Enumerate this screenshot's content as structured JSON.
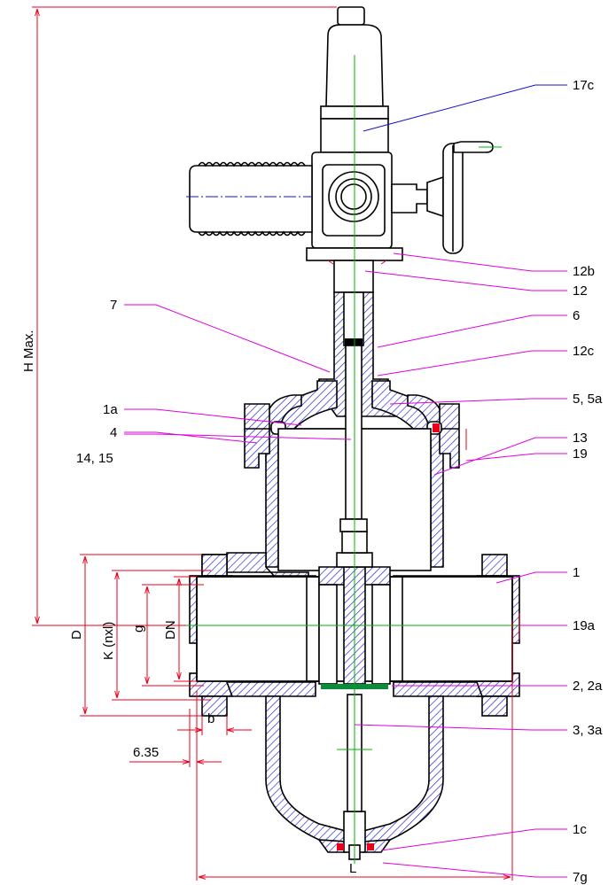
{
  "colors": {
    "outline": "#000000",
    "hatch": "#2020c8",
    "dimension": "#e8001c",
    "centerline": "#00b000",
    "leader": "#e000e0",
    "leader_top": "#1010d0"
  },
  "callouts": {
    "c17c": "17c",
    "c12b": "12b",
    "c12": "12",
    "c7": "7",
    "c6": "6",
    "c12c": "12c",
    "c1a": "1a",
    "c55a": "5, 5a",
    "c4": "4",
    "c1415": "14, 15",
    "c13": "13",
    "c19": "19",
    "c1": "1",
    "c19a": "19a",
    "c22a": "2, 2a",
    "c33a": "3, 3a",
    "c1c": "1c",
    "c7g": "7g"
  },
  "dimensions": {
    "h_max": "H Max.",
    "d": "D",
    "k": "K (nxl)",
    "g": "g",
    "dn": "DN",
    "b": "b",
    "raised_face": "6.35",
    "l": "L"
  }
}
